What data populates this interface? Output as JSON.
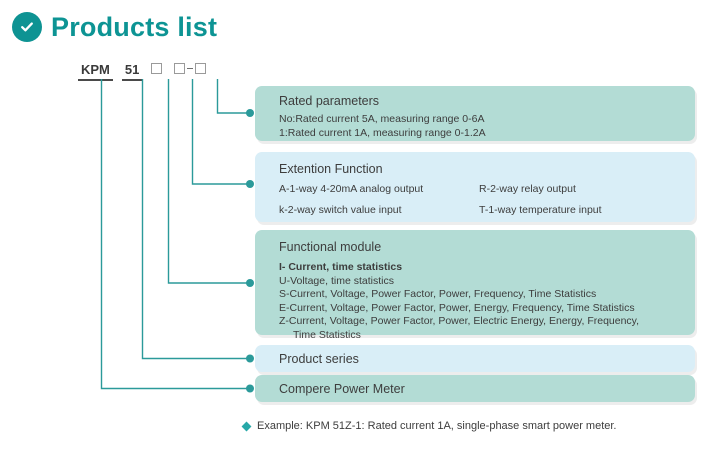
{
  "header": {
    "icon": "check-circle-icon",
    "title": "Products list",
    "accent_color": "#0d9494"
  },
  "code_line": {
    "segments": [
      "KPM",
      "51"
    ],
    "placeholders": [
      "square",
      "square",
      "dash",
      "square"
    ],
    "raw": "KPM 51 □ □-□"
  },
  "boxes": [
    {
      "id": "rated",
      "title": "Rated parameters",
      "bg": "#b3dcd5",
      "lines": [
        "No:Rated current 5A, measuring range 0-6A",
        "1:Rated current 1A, measuring range 0-1.2A"
      ]
    },
    {
      "id": "extention",
      "title": "Extention Function",
      "bg": "#d9eef7",
      "col1": [
        "A-1-way 4-20mA analog output",
        "k-2-way switch value input"
      ],
      "col2": [
        "R-2-way relay output",
        "T-1-way temperature input"
      ]
    },
    {
      "id": "functional",
      "title": "Functional module",
      "bg": "#b3dcd5",
      "lines": [
        "I- Current, time statistics",
        "U-Voltage, time statistics",
        "S-Current, Voltage, Power Factor, Power, Frequency, Time Statistics",
        "E-Current, Voltage, Power Factor, Power, Energy, Frequency, Time Statistics",
        "Z-Current, Voltage, Power Factor, Power, Electric Energy, Energy, Frequency,",
        "Time Statistics"
      ]
    },
    {
      "id": "series",
      "title": "Product series",
      "bg": "#d9eef7"
    },
    {
      "id": "meter",
      "title": "Compere  Power  Meter",
      "bg": "#b3dcd5"
    }
  ],
  "footer": {
    "bullet": "diamond-bullet-icon",
    "text": "Example: KPM 51Z-1: Rated current 1A, single-phase smart power meter."
  },
  "theme": {
    "line_color": "#2b9a9a",
    "green_box": "#b3dcd5",
    "blue_box": "#d9eef7",
    "text_color": "#3d3d3d"
  }
}
